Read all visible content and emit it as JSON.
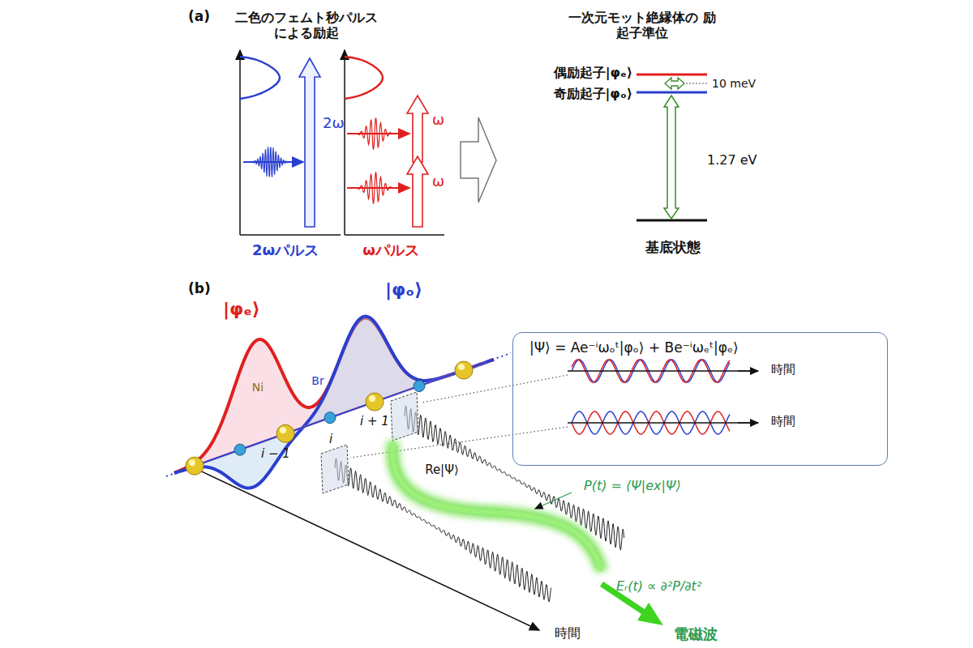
{
  "diagram": {
    "nodes": [
      {
        "text": [
          "|Ψ⟩ = Ae⁻ⁱωₒᵗ|φₒ⟩ + Be⁻ⁱωₑᵗ|φₑ⟩",
          "時間",
          "時間"
        ]
      }
    ],
    "labels": [
      "(a)",
      "二色のフェムト秒パルス による励起",
      "2ω",
      "ω",
      "ω",
      "2ωパルス",
      "ωパルス",
      "一次元モット絶縁体の 励起子準位",
      "偶励起子|φₑ⟩",
      "奇励起子|φₒ⟩",
      "10 meV",
      "1.27 eV",
      "基底状態",
      "(b)",
      "|φₑ⟩",
      "|φₒ⟩",
      "Ni",
      "Br",
      "i + 1",
      "i",
      "i − 1",
      "Re|Ψ⟩",
      "P(t) = ⟨Ψ|ex|Ψ⟩",
      "Eᵣ(t) ∝ ∂²P/∂t²",
      "電磁波",
      "時間"
    ]
  }
}
